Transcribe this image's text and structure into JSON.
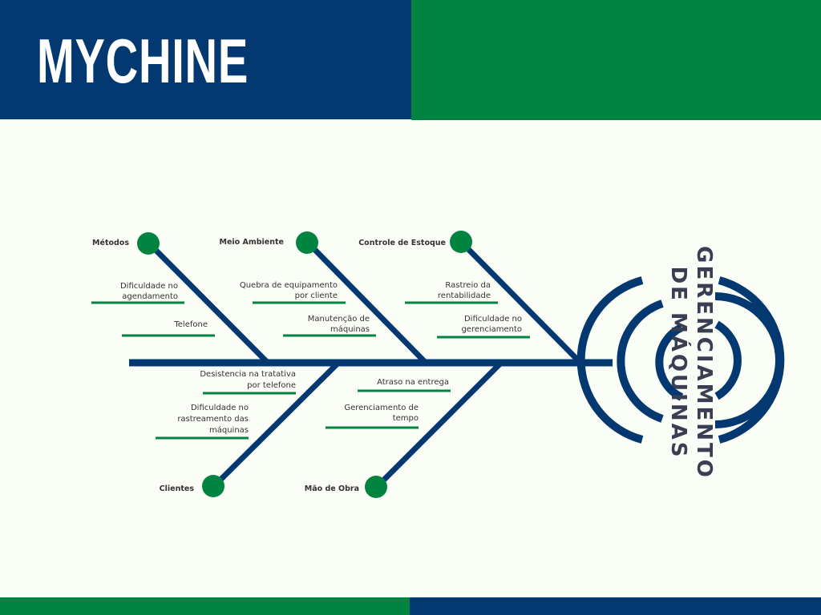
{
  "header": {
    "title": "MYCHINE"
  },
  "colors": {
    "navy": "#033970",
    "green": "#00843f",
    "background": "#fbfdf7",
    "text": "#333333"
  },
  "effect": {
    "line1": "GERENCIAMENTO",
    "line2": "DE MÁQUINAS"
  },
  "categories": {
    "metodos": "Métodos",
    "meio_ambiente": "Meio Ambiente",
    "controle_estoque": "Controle de Estoque",
    "clientes": "Clientes",
    "mao_de_obra": "Mão de Obra"
  },
  "causes": {
    "metodos": {
      "c1_l1": "Dificuldade no",
      "c1_l2": "agendamento",
      "c2": "Telefone"
    },
    "meio_ambiente": {
      "c1_l1": "Quebra de equipamento",
      "c1_l2": "por cliente",
      "c2_l1": "Manutenção de",
      "c2_l2": "máquinas"
    },
    "controle_estoque": {
      "c1_l1": "Rastreio da",
      "c1_l2": "rentabilidade",
      "c2_l1": "Dificuldade no",
      "c2_l2": "gerenciamento"
    },
    "clientes": {
      "c1_l1": "Desistencia na tratativa",
      "c1_l2": "por telefone",
      "c2_l1": "Dificuldade no",
      "c2_l2": "rastreamento das",
      "c2_l3": "máquinas"
    },
    "mao_de_obra": {
      "c1": "Atraso na entrega",
      "c2_l1": "Gerenciamento de",
      "c2_l2": "tempo"
    }
  }
}
